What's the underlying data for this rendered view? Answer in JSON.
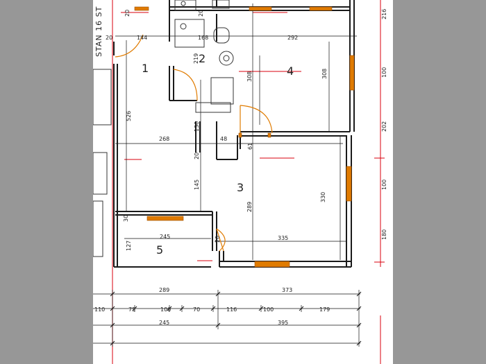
{
  "document": {
    "title": "STAN 16 ST",
    "rooms": [
      {
        "label": "1"
      },
      {
        "label": "2"
      },
      {
        "label": "3"
      },
      {
        "label": "4"
      },
      {
        "label": "5"
      }
    ],
    "dims": {
      "d20a": "20",
      "d20b": "20",
      "d20c": "20",
      "d20d": "20",
      "d144": "144",
      "d168": "168",
      "d292": "292",
      "d219": "219",
      "d308a": "308",
      "d308b": "308",
      "d526": "526",
      "d130": "130",
      "d268": "268",
      "d48": "48",
      "d61": "61",
      "d145": "145",
      "d289a": "289",
      "d330": "330",
      "d30": "30",
      "d245a": "245",
      "d127": "127",
      "d335": "335",
      "d20e": "20",
      "b289": "289",
      "b373": "373",
      "b110": "110",
      "b75": "75",
      "b100a": "100",
      "b70": "70",
      "b116": "116",
      "b100b": "100",
      "b179": "179",
      "b245": "245",
      "b395": "395",
      "r216": "216",
      "r100a": "100",
      "r202": "202",
      "r100b": "100",
      "r180": "180"
    }
  },
  "colors": {
    "viewer_bg": "#979797",
    "page": "#ffffff",
    "wall": "#1a1a1a",
    "window": "#e07b00",
    "guide_red": "#d8000c"
  }
}
